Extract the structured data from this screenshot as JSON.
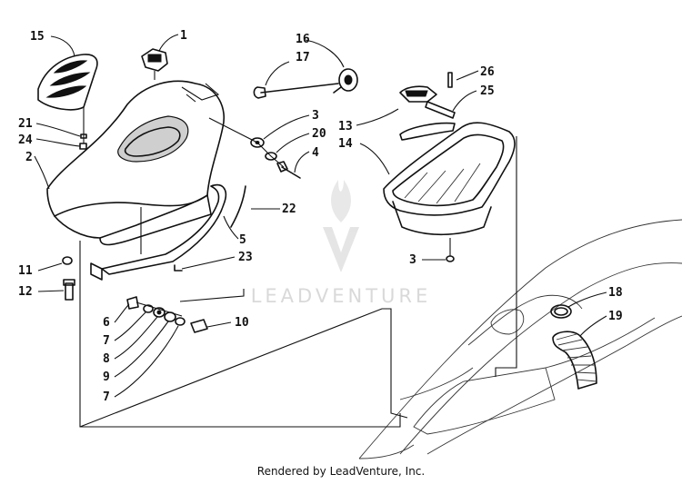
{
  "watermark": {
    "text": "LEADVENTURE"
  },
  "footer": {
    "text": "Rendered by LeadVenture, Inc."
  },
  "callouts": [
    {
      "id": "c15",
      "label": "15"
    },
    {
      "id": "c1",
      "label": "1"
    },
    {
      "id": "c16",
      "label": "16"
    },
    {
      "id": "c17",
      "label": "17"
    },
    {
      "id": "c26",
      "label": "26"
    },
    {
      "id": "c25",
      "label": "25"
    },
    {
      "id": "c21",
      "label": "21"
    },
    {
      "id": "c24",
      "label": "24"
    },
    {
      "id": "c3a",
      "label": "3"
    },
    {
      "id": "c20",
      "label": "20"
    },
    {
      "id": "c4",
      "label": "4"
    },
    {
      "id": "c13",
      "label": "13"
    },
    {
      "id": "c14",
      "label": "14"
    },
    {
      "id": "c2",
      "label": "2"
    },
    {
      "id": "c22",
      "label": "22"
    },
    {
      "id": "c5",
      "label": "5"
    },
    {
      "id": "c23",
      "label": "23"
    },
    {
      "id": "c3b",
      "label": "3"
    },
    {
      "id": "c11",
      "label": "11"
    },
    {
      "id": "c12",
      "label": "12"
    },
    {
      "id": "c18",
      "label": "18"
    },
    {
      "id": "c6",
      "label": "6"
    },
    {
      "id": "c10",
      "label": "10"
    },
    {
      "id": "c19",
      "label": "19"
    },
    {
      "id": "c7a",
      "label": "7"
    },
    {
      "id": "c8",
      "label": "8"
    },
    {
      "id": "c9",
      "label": "9"
    },
    {
      "id": "c7b",
      "label": "7"
    }
  ]
}
